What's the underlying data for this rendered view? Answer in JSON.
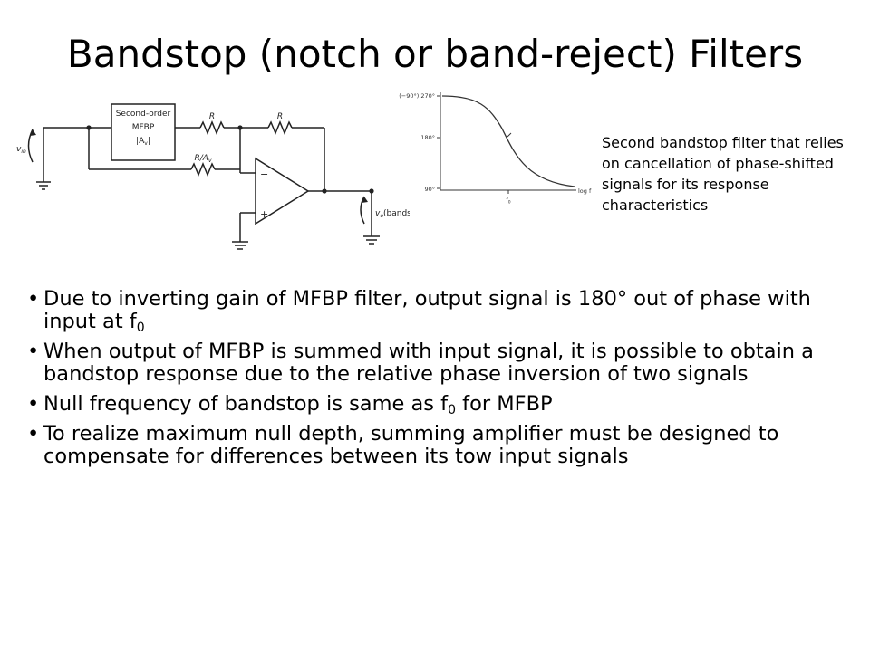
{
  "slide": {
    "title": "Bandstop (notch or band-reject) Filters",
    "caption": "Second bandstop filter that relies on cancellation of phase-shifted signals for its response characteristics",
    "bullet_marker": "•",
    "bullets": [
      {
        "text": "Due to inverting gain of MFBP filter, output signal is 180° out of phase with input at f",
        "sub": "0",
        "tail": ""
      },
      {
        "text": "When output of MFBP is summed with input signal, it is possible to obtain a bandstop response due to the relative phase inversion of two signals",
        "sub": "",
        "tail": ""
      },
      {
        "text": "Null frequency of bandstop is same as f",
        "sub": "0",
        "tail": " for MFBP"
      },
      {
        "text": "To realize maximum null depth, summing amplifier must be designed to compensate for differences between its tow input signals",
        "sub": "",
        "tail": ""
      }
    ]
  },
  "circuit": {
    "block_line1": "Second-order",
    "block_line2": "MFBP",
    "block_line3": "|A",
    "block_line3_sub": "v",
    "block_line3_end": "|",
    "r_top": "R",
    "r_feedback": "R",
    "r_input": "R/A",
    "r_input_sub": "v",
    "vin": "v",
    "vin_sub": "in",
    "vout": "v",
    "vout_sub": "o",
    "vout_label": "(bandstop)",
    "minus": "−",
    "plus": "+"
  },
  "phase_plot": {
    "y_tick_top": "(−90°) 270°",
    "y_tick_mid": "180°",
    "y_tick_bot": "90°",
    "x_tick": "f",
    "x_tick_sub": "0",
    "x_axis": "log f"
  }
}
